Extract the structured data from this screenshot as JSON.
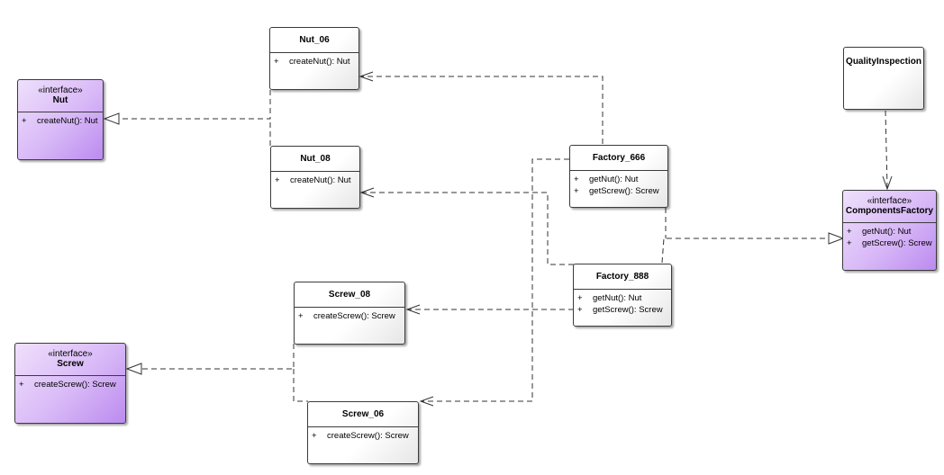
{
  "diagram": {
    "classes": {
      "nut_iface": {
        "stereotype": "«interface»",
        "name": "Nut",
        "operations": [
          {
            "visibility": "+",
            "signature": "createNut(): Nut"
          }
        ]
      },
      "nut_06": {
        "name": "Nut_06",
        "operations": [
          {
            "visibility": "+",
            "signature": "createNut(): Nut"
          }
        ]
      },
      "nut_08": {
        "name": "Nut_08",
        "operations": [
          {
            "visibility": "+",
            "signature": "createNut(): Nut"
          }
        ]
      },
      "screw_08": {
        "name": "Screw_08",
        "operations": [
          {
            "visibility": "+",
            "signature": "createScrew(): Screw"
          }
        ]
      },
      "screw_iface": {
        "stereotype": "«interface»",
        "name": "Screw",
        "operations": [
          {
            "visibility": "+",
            "signature": "createScrew(): Screw"
          }
        ]
      },
      "screw_06": {
        "name": "Screw_06",
        "operations": [
          {
            "visibility": "+",
            "signature": "createScrew(): Screw"
          }
        ]
      },
      "factory_666": {
        "name": "Factory_666",
        "operations": [
          {
            "visibility": "+",
            "signature": "getNut(): Nut"
          },
          {
            "visibility": "+",
            "signature": "getScrew(): Screw"
          }
        ]
      },
      "factory_888": {
        "name": "Factory_888",
        "operations": [
          {
            "visibility": "+",
            "signature": "getNut(): Nut"
          },
          {
            "visibility": "+",
            "signature": "getScrew(): Screw"
          }
        ]
      },
      "quality_inspection": {
        "name": "QualityInspection"
      },
      "components_factory": {
        "stereotype": "«interface»",
        "name": "ComponentsFactory",
        "operations": [
          {
            "visibility": "+",
            "signature": "getNut(): Nut"
          },
          {
            "visibility": "+",
            "signature": "getScrew(): Screw"
          }
        ]
      }
    },
    "relationships": [
      {
        "kind": "realization",
        "from": "nut_06",
        "to": "nut_iface"
      },
      {
        "kind": "realization",
        "from": "nut_08",
        "to": "nut_iface"
      },
      {
        "kind": "realization",
        "from": "screw_08",
        "to": "screw_iface"
      },
      {
        "kind": "realization",
        "from": "screw_06",
        "to": "screw_iface"
      },
      {
        "kind": "realization",
        "from": "factory_666",
        "to": "components_factory"
      },
      {
        "kind": "realization",
        "from": "factory_888",
        "to": "components_factory"
      },
      {
        "kind": "dependency",
        "from": "factory_666",
        "to": "nut_06"
      },
      {
        "kind": "dependency",
        "from": "factory_666",
        "to": "screw_06"
      },
      {
        "kind": "dependency",
        "from": "factory_888",
        "to": "nut_08"
      },
      {
        "kind": "dependency",
        "from": "factory_888",
        "to": "screw_08"
      },
      {
        "kind": "dependency",
        "from": "quality_inspection",
        "to": "components_factory"
      }
    ],
    "colors": {
      "interface_fill": "#d8b8f7",
      "class_fill": "#ffffff",
      "line": "#333333"
    }
  }
}
